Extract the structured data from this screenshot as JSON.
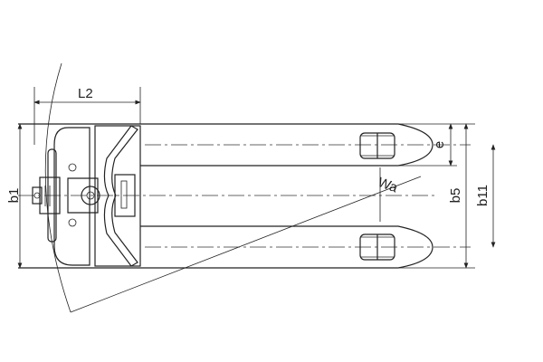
{
  "title": "Pallet truck top view dimension drawing",
  "dimensions": {
    "L2": "L2",
    "b1": "b1",
    "e": "e",
    "Wa": "Wa",
    "b5": "b5",
    "b11": "b11"
  },
  "colors": {
    "line": "#222222",
    "background": "#ffffff"
  }
}
